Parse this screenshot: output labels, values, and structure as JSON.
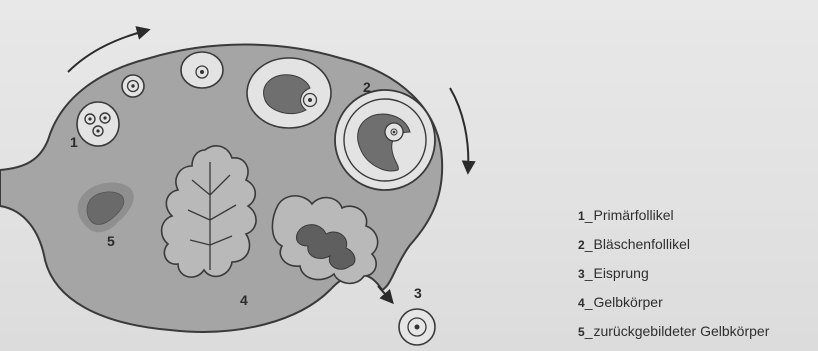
{
  "diagram": {
    "labels": {
      "primary_follicle": "1",
      "vesicular_follicle": "2",
      "ovulation": "3",
      "corpus_luteum": "4",
      "corpus_albicans": "5"
    }
  },
  "legend": {
    "items": [
      {
        "number": "1",
        "text": "Primärfollikel"
      },
      {
        "number": "2",
        "text": "Bläschenfollikel"
      },
      {
        "number": "3",
        "text": "Eisprung"
      },
      {
        "number": "4",
        "text": "Gelbkörper"
      },
      {
        "number": "5",
        "text": "zurückgebildeter Gelbkörper"
      }
    ]
  },
  "colors": {
    "ovary_fill": "#a7a7a7",
    "outline": "#3a3a3a",
    "follicle_fill": "#e3e3e3",
    "corpus_luteum_fill": "#b9b9b9",
    "dark_fill": "#6f6f6f"
  }
}
